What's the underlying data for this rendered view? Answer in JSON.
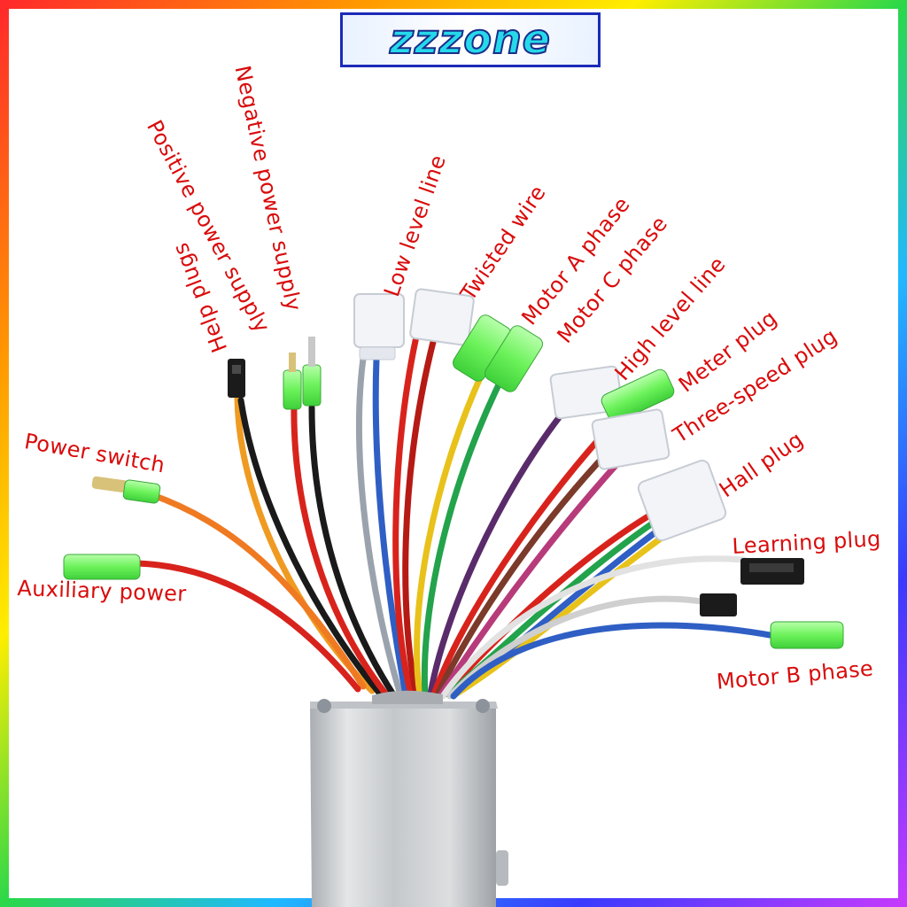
{
  "brand": {
    "logo_text": "zzzone"
  },
  "labels": {
    "help_plugs": "Help plugs",
    "positive_power_supply": "Positive power supply",
    "negative_power_supply": "Negative power supply",
    "low_level_line": "Low level line",
    "twisted_wire": "Twisted wire",
    "motor_a_phase": "Motor A phase",
    "motor_c_phase": "Motor C phase",
    "high_level_line": "High level line",
    "meter_plug": "Meter plug",
    "three_speed_plug": "Three-speed plug",
    "hall_plug": "Hall plug",
    "power_switch": "Power switch",
    "auxiliary_power": "Auxiliary power",
    "learning_plug": "Learning plug",
    "motor_b_phase": "Motor B phase"
  },
  "colors": {
    "label_text": "#d90b0b",
    "frame_gradient": [
      "#ff2a2a",
      "#ff9a00",
      "#ffee00",
      "#2bd84a",
      "#20b9ff",
      "#3a3aff",
      "#c43aff"
    ],
    "controller_body": "#c9cccf",
    "connector_green": "#7dff6a",
    "connector_white": "#f2f4f8",
    "connector_black": "#1b1b1b",
    "wire_red": "#d8231c",
    "wire_black": "#1a1a1a",
    "wire_yellow": "#e8c21a",
    "wire_green": "#23a34b",
    "wire_blue": "#2f5fc4",
    "wire_white": "#e9e9e9",
    "wire_orange": "#ef7a22",
    "wire_purple": "#5a2b6a",
    "wire_brown": "#7b3a2a"
  }
}
